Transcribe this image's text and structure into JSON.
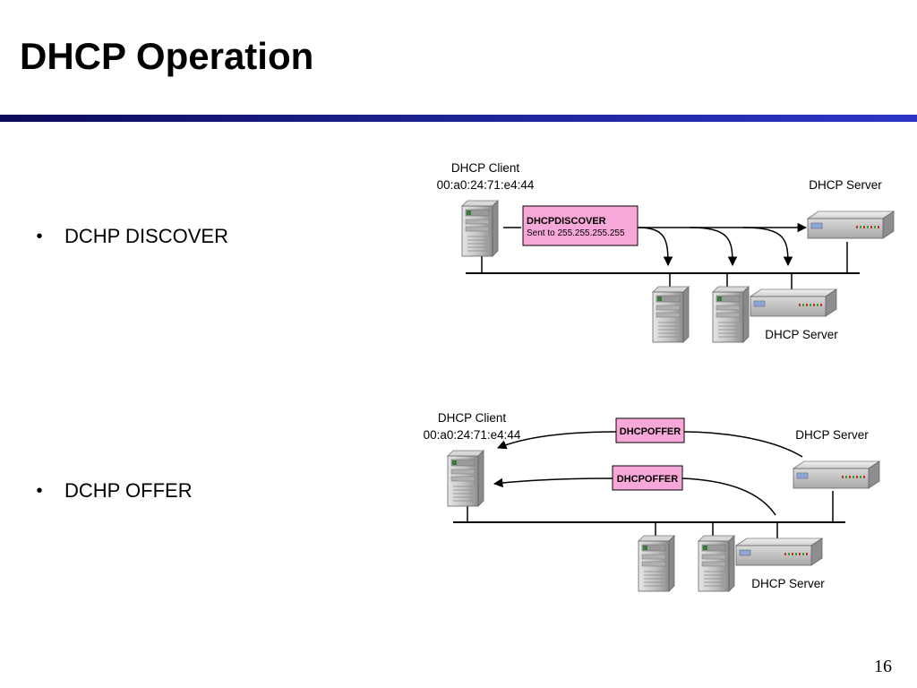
{
  "slide": {
    "title": "DHCP Operation",
    "page_number": "16"
  },
  "bullets": [
    {
      "label": "DCHP DISCOVER"
    },
    {
      "label": "DCHP OFFER"
    }
  ],
  "discover_panel": {
    "client_label_line1": "DHCP Client",
    "client_label_line2": "00:a0:24:71:e4:44",
    "server_top_label": "DHCP Server",
    "server_bottom_label": "DHCP Server",
    "message_title": "DHCPDISCOVER",
    "message_sub": "Sent to 255.255.255.255"
  },
  "offer_panel": {
    "client_label_line1": "DHCP Client",
    "client_label_line2": "00:a0:24:71:e4:44",
    "server_top_label": "DHCP Server",
    "server_bottom_label": "DHCP Server",
    "offer_1": "DHCPOFFER",
    "offer_2": "DHCPOFFER"
  },
  "colors": {
    "message_box": "#f7a8d8",
    "title_bar": "#1a1f8a"
  }
}
